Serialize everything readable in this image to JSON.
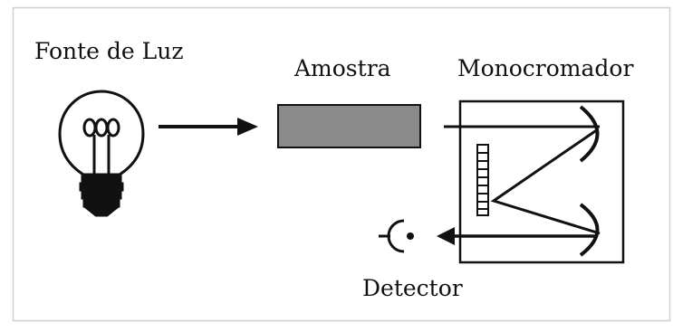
{
  "labels": {
    "light_source": "Fonte de Luz",
    "sample": "Amostra",
    "monochromator": "Monocromador",
    "detector": "Detector"
  },
  "colors": {
    "background": "#ffffff",
    "border": "#cfcfcf",
    "ink": "#111111",
    "sample_fill": "#8a8a8a"
  },
  "icons": [
    "lightbulb-icon",
    "arrow-right-icon",
    "concave-mirror-icon",
    "diffraction-grating-icon",
    "detector-icon",
    "arrow-left-icon"
  ]
}
